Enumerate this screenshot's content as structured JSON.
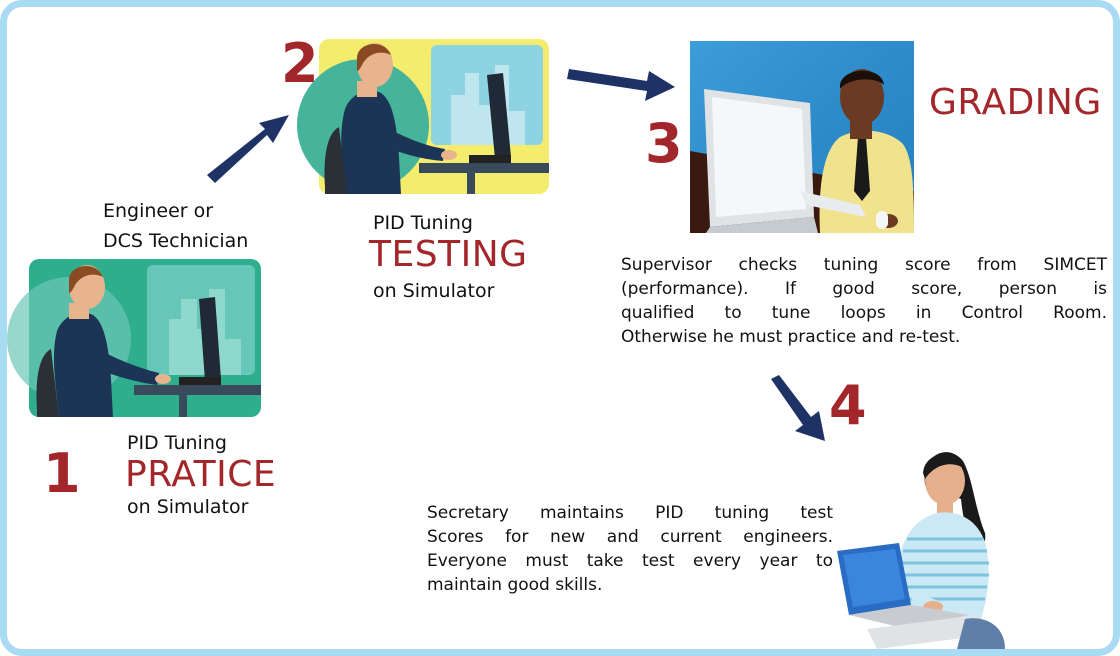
{
  "steps": [
    {
      "number": "1",
      "title": "PID Tuning",
      "action": "PRATICE",
      "suffix": "on Simulator"
    },
    {
      "number": "2",
      "title": "PID Tuning",
      "action": "TESTING",
      "suffix": "on Simulator"
    },
    {
      "number": "3",
      "action": "GRADING"
    },
    {
      "number": "4"
    }
  ],
  "actor_label": [
    "Engineer or",
    "DCS Technician"
  ],
  "grading_text": [
    "Supervisor checks tuning score from SIMCET",
    "(performance).  If good score, person is",
    "qualified to tune loops in Control Room.",
    "Otherwise he must practice and re-test."
  ],
  "secretary_text": [
    "Secretary maintains PID tuning test",
    "Scores for new and current engineers.",
    "Everyone must take test every year to",
    "maintain good skills."
  ],
  "colors": {
    "accent_red": "#a3262a",
    "arrow_navy": "#1e3266",
    "frame_blue": "#a9dcf2"
  },
  "icons": [
    "engineer-at-computer-illustration",
    "supervisor-at-computer-illustration",
    "secretary-at-laptop-illustration",
    "flow-arrow-icon"
  ]
}
